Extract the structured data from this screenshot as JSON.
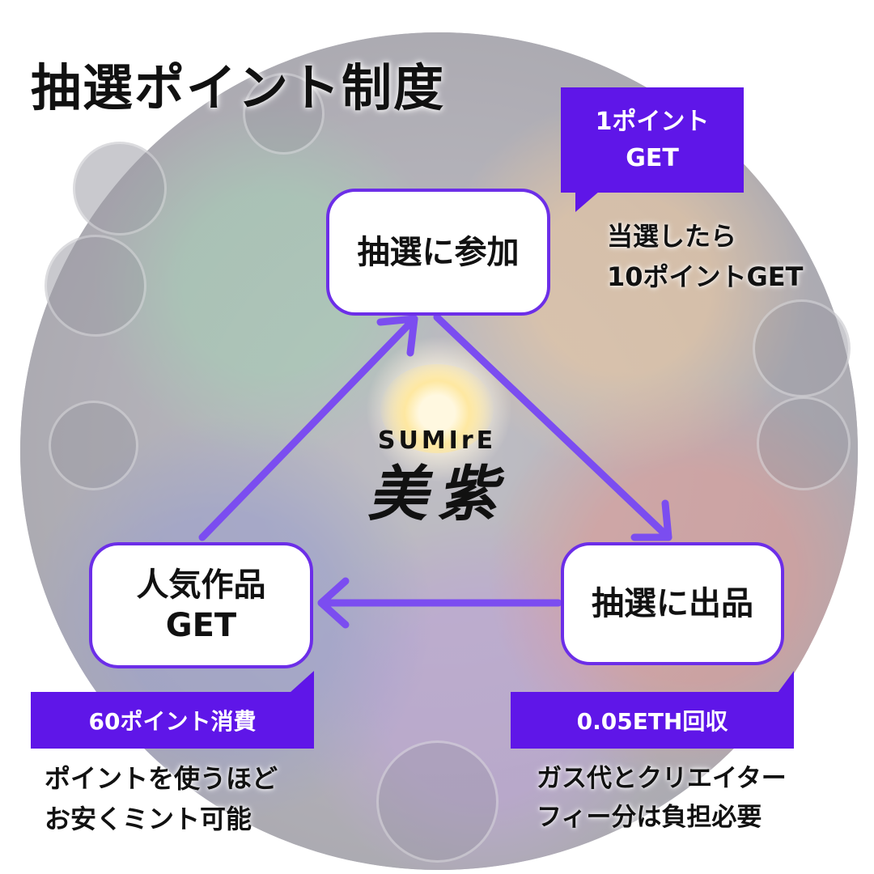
{
  "title": "抽選ポイント制度",
  "logo": {
    "en": "SUMIrE",
    "jp": "美紫"
  },
  "nodes": {
    "join": "抽選に参加",
    "list": "抽選に出品",
    "get": {
      "line1": "人気作品",
      "line2": "GET"
    }
  },
  "badges": {
    "join": {
      "line1": "1ポイント",
      "line2": "GET"
    },
    "cost": "60ポイント消費",
    "eth": "0.05ETH回収"
  },
  "notes": {
    "join": [
      "当選したら",
      "10ポイントGET"
    ],
    "cost": [
      "ポイントを使うほど",
      "お安くミント可能"
    ],
    "eth": [
      "ガス代とクリエイター",
      "フィー分は負担必要"
    ]
  },
  "colors": {
    "accent": "#5f16e8",
    "node_border": "#6c2ee8",
    "arrow": "#7b4df0",
    "text": "#111111"
  }
}
